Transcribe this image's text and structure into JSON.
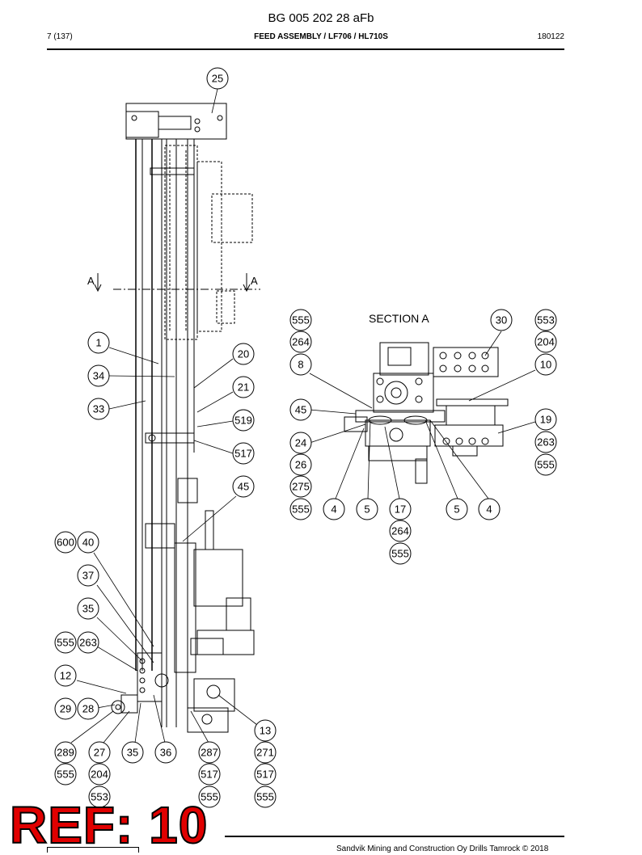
{
  "header": {
    "doc_number": "BG 005 202 28 aFb",
    "page": "7 (137)",
    "title": "FEED ASSEMBLY / LF706 / HL710S",
    "date": "180122"
  },
  "section_markers": [
    "A",
    "A"
  ],
  "section_title": "SECTION A",
  "callouts_main": [
    "25",
    "1",
    "34",
    "33",
    "20",
    "21",
    "519",
    "517",
    "45",
    "600",
    "40",
    "37",
    "35",
    "555",
    "263",
    "12",
    "29",
    "28",
    "289",
    "27",
    "35",
    "36",
    "287",
    "13",
    "271",
    "555",
    "204",
    "553",
    "517",
    "517",
    "555",
    "555"
  ],
  "callouts_section": [
    "555",
    "264",
    "8",
    "45",
    "24",
    "26",
    "275",
    "555",
    "4",
    "5",
    "17",
    "264",
    "555",
    "5",
    "4",
    "30",
    "553",
    "204",
    "10",
    "19",
    "263",
    "555"
  ],
  "stamp": "REF: 10",
  "footer": {
    "copyright": "Sandvik Mining and Construction Oy Drills Tamrock © 2018"
  }
}
